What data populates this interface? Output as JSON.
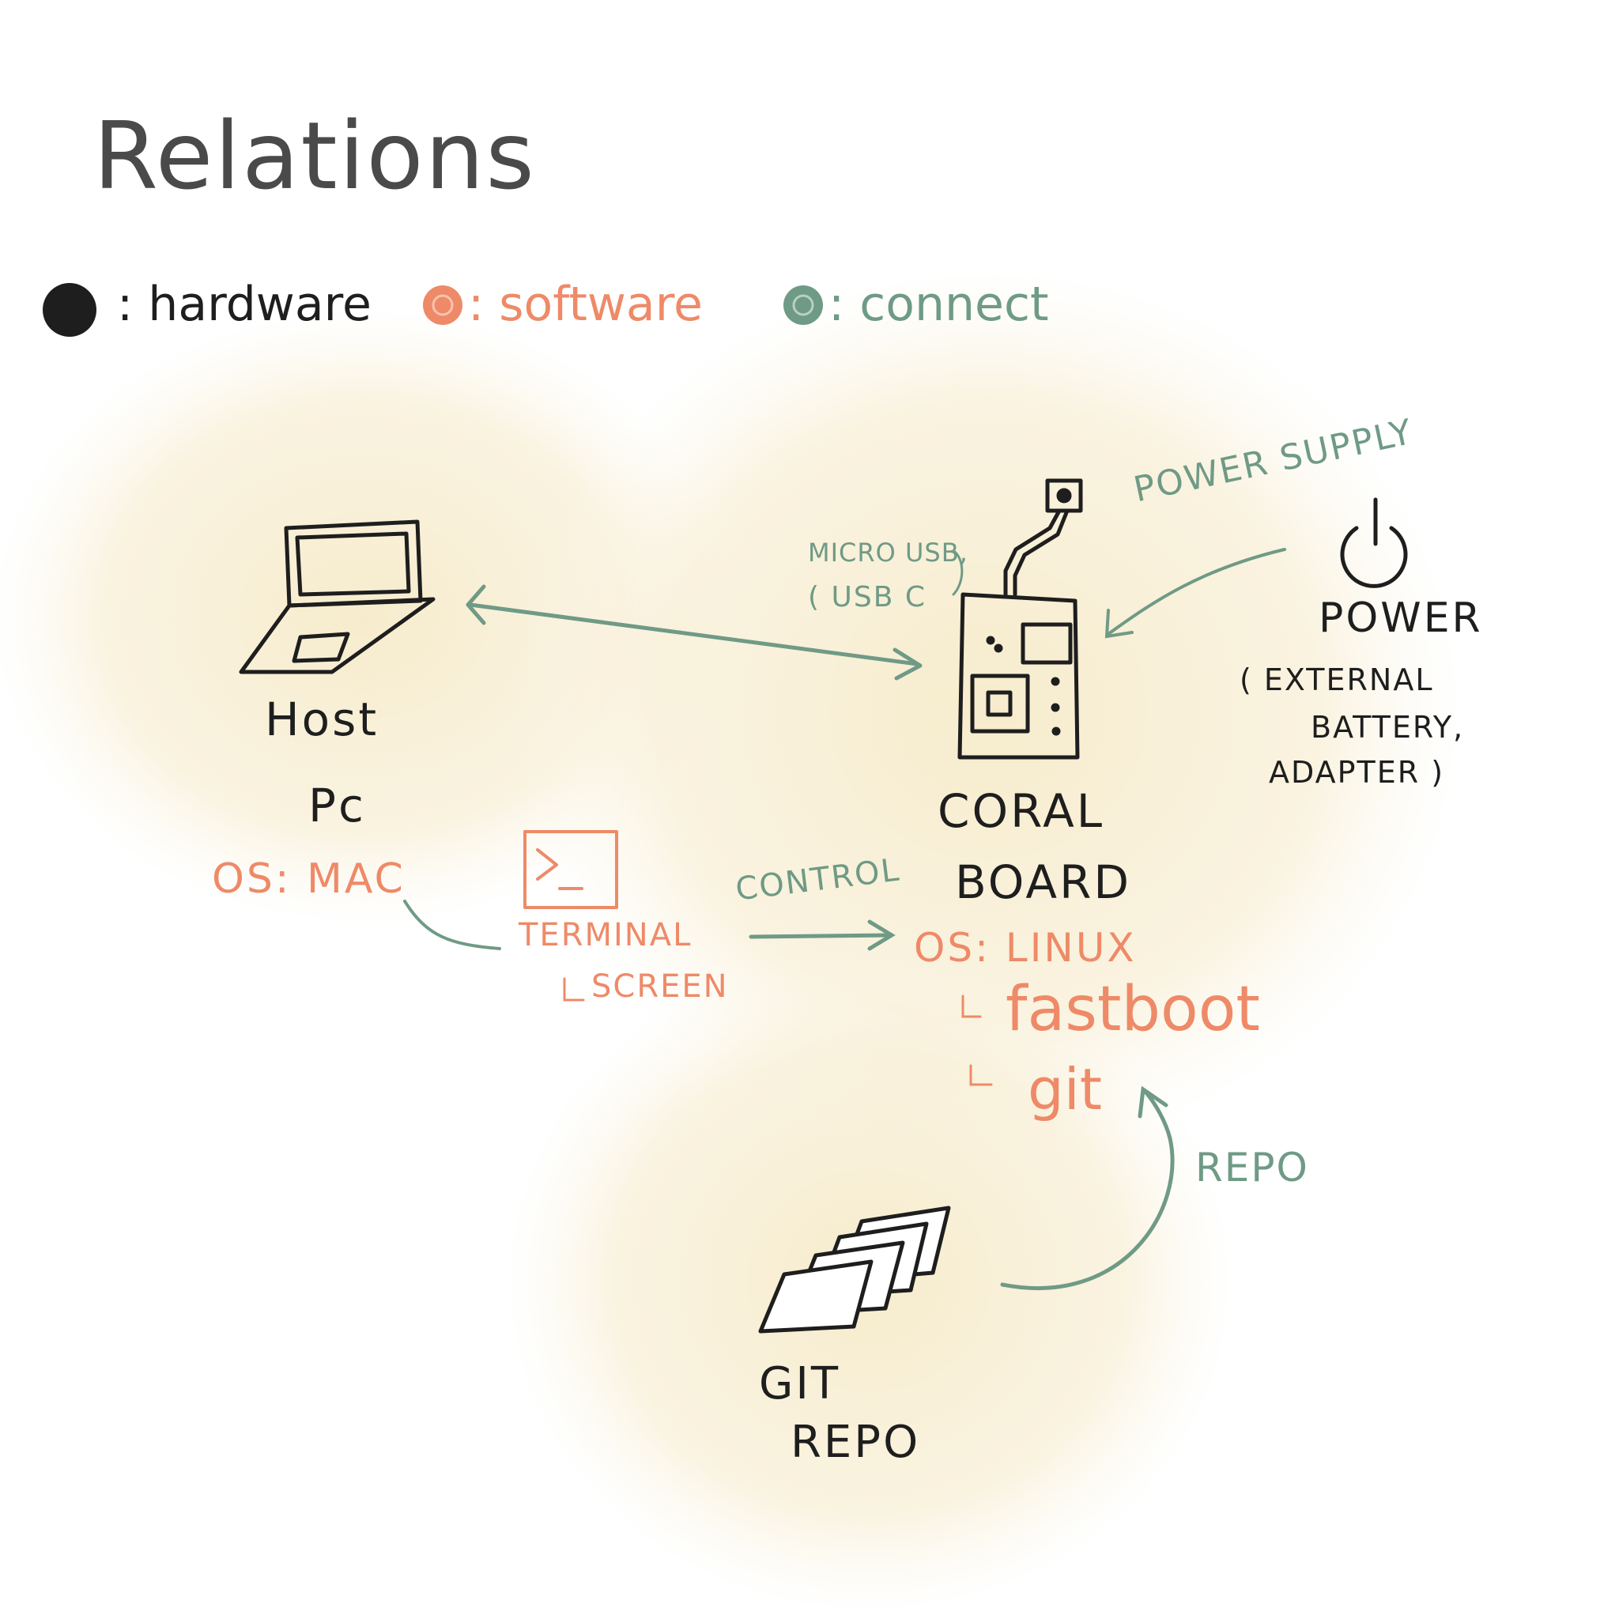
{
  "title": "Relations",
  "legend": {
    "hardware": ": hardware",
    "software": ": software",
    "connect": ": connect"
  },
  "nodes": {
    "host_pc": {
      "line1": "Host",
      "line2": "Pc",
      "os": "OS: MAC"
    },
    "coral_board": {
      "line1": "CORAL",
      "line2": "BOARD",
      "os": "OS: LINUX",
      "tools": [
        "fastboot",
        "git"
      ]
    },
    "power": {
      "name": "POWER",
      "note_line1": "( EXTERNAL",
      "note_line2": "BATTERY,",
      "note_line3": "ADAPTER )"
    },
    "git_repo": {
      "line1": "GIT",
      "line2": "REPO"
    },
    "terminal": {
      "label": "TERMINAL",
      "sub": "SCREEN"
    }
  },
  "connections": {
    "usb": {
      "line1": "MICRO USB,",
      "line2": "( USB C"
    },
    "power_supply": "POWER SUPPLY",
    "control": "CONTROL",
    "repo": "REPO"
  },
  "colors": {
    "hardware": "#1e1e1e",
    "software": "#ee8a68",
    "connect": "#6f9a86",
    "background_wash": "#f7edcf",
    "title": "#4a4a4a"
  }
}
